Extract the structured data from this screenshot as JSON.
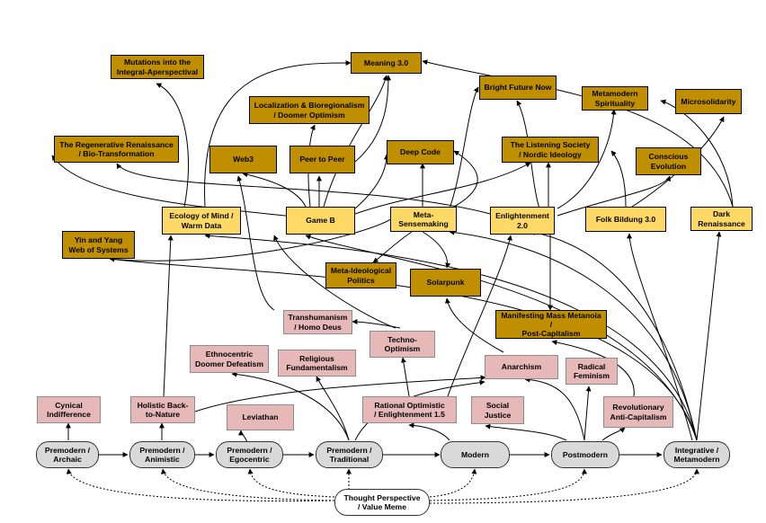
{
  "nodes": {
    "mutations": "Mutations into the\nIntegral-Aperspectival",
    "meaning": "Meaning 3.0",
    "bright_future": "Bright Future Now",
    "metamodern_spirituality": "Metamodern\nSpirituality",
    "microsolidarity": "Microsolidarity",
    "localization": "Localization & Bioregionalism\n/ Doomer Optimism",
    "regenerative": "The Regenerative Renaissance\n/ Bio-Transformation",
    "web3": "Web3",
    "peer_to_peer": "Peer to Peer",
    "deep_code": "Deep Code",
    "listening_society": "The Listening Society\n/ Nordic Ideology",
    "conscious_evolution": "Conscious\nEvolution",
    "ecology_of_mind": "Ecology of Mind /\nWarm Data",
    "game_b": "Game B",
    "meta_sensemaking": "Meta-\nSensemaking",
    "enlightenment_20": "Enlightenment\n2.0",
    "folk_bildung": "Folk Bildung 3.0",
    "dark_renaissance": "Dark\nRenaissance",
    "yin_yang": "Yin and Yang\nWeb of Systems",
    "meta_ideological": "Meta-Ideological\nPolitics",
    "solarpunk": "Solarpunk",
    "manifesting": "Manifesting Mass Metanoia /\nPost-Capitalism",
    "transhumanism": "Transhumanism\n/ Homo Deus",
    "techno_optimism": "Techno-\nOptimism",
    "ethnocentric": "Ethnocentric\nDoomer Defeatism",
    "religious_fund": "Religious\nFundamentalism",
    "anarchism": "Anarchism",
    "radical_feminism": "Radical\nFeminism",
    "cynical": "Cynical\nIndifference",
    "holistic": "Holistic Back-\nto-Nature",
    "leviathan": "Leviathan",
    "rational_optimistic": "Rational Optimistic\n/ Enlightenment 1.5",
    "social_justice": "Social\nJustice",
    "revolutionary": "Revolutionary\nAnti-Capitalism",
    "stage_archaic": "Premodern /\nArchaic",
    "stage_animistic": "Premodern /\nAnimistic",
    "stage_egocentric": "Premodern /\nEgocentric",
    "stage_traditional": "Premodern /\nTraditional",
    "stage_modern": "Modern",
    "stage_postmodern": "Postmodern",
    "stage_integrative": "Integrative /\nMetamodern",
    "thought_perspective": "Thought Perspective\n/ Value Meme"
  },
  "colors": {
    "dark": "#bf8f00",
    "light": "#ffd966",
    "pink": "#e6b8b7",
    "stage": "#d9d9d9",
    "line": "#000000"
  }
}
